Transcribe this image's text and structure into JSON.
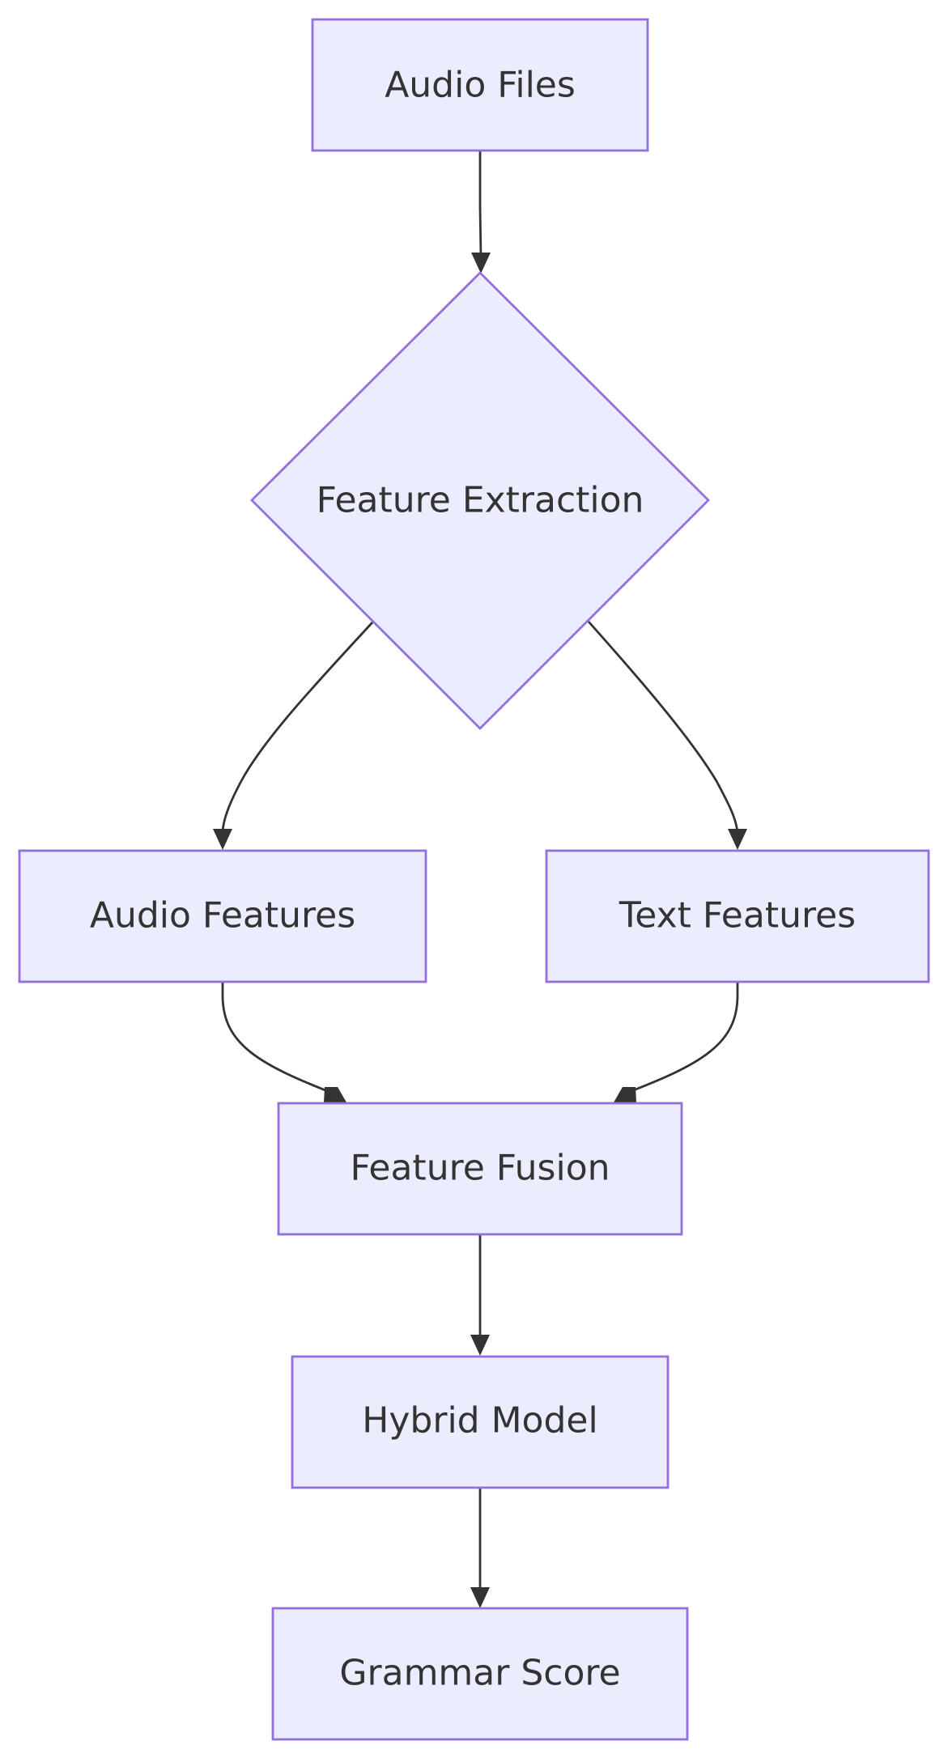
{
  "diagram": {
    "type": "flowchart",
    "direction": "top-down",
    "colors": {
      "node_fill": "#ececff",
      "node_border": "#9370db",
      "edge": "#333333",
      "text": "#333333",
      "background": "#ffffff"
    },
    "nodes": [
      {
        "id": "audio_files",
        "label": "Audio Files",
        "shape": "rectangle"
      },
      {
        "id": "feature_extraction",
        "label": "Feature Extraction",
        "shape": "diamond"
      },
      {
        "id": "audio_features",
        "label": "Audio Features",
        "shape": "rectangle"
      },
      {
        "id": "text_features",
        "label": "Text Features",
        "shape": "rectangle"
      },
      {
        "id": "feature_fusion",
        "label": "Feature Fusion",
        "shape": "rectangle"
      },
      {
        "id": "hybrid_model",
        "label": "Hybrid Model",
        "shape": "rectangle"
      },
      {
        "id": "grammar_score",
        "label": "Grammar Score",
        "shape": "rectangle"
      }
    ],
    "edges": [
      {
        "from": "audio_files",
        "to": "feature_extraction"
      },
      {
        "from": "feature_extraction",
        "to": "audio_features"
      },
      {
        "from": "feature_extraction",
        "to": "text_features"
      },
      {
        "from": "audio_features",
        "to": "feature_fusion"
      },
      {
        "from": "text_features",
        "to": "feature_fusion"
      },
      {
        "from": "feature_fusion",
        "to": "hybrid_model"
      },
      {
        "from": "hybrid_model",
        "to": "grammar_score"
      }
    ]
  }
}
